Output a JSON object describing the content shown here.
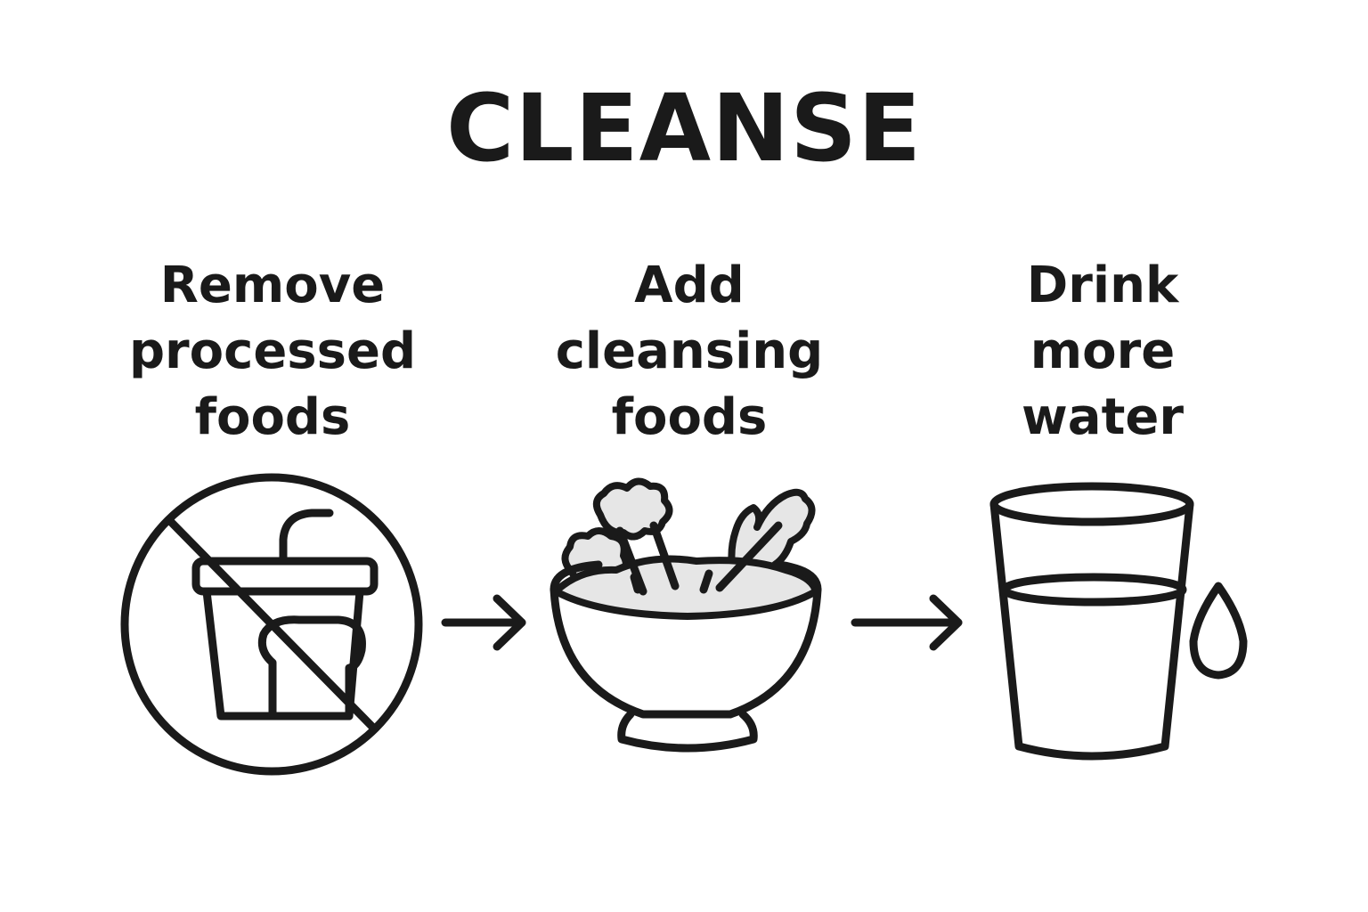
{
  "title": "CLEANSE",
  "steps": [
    {
      "lines": [
        "Remove",
        "processed",
        "foods"
      ],
      "icon": "no-processed-food-icon"
    },
    {
      "lines": [
        "Add",
        "cleansing",
        "foods"
      ],
      "icon": "salad-bowl-icon"
    },
    {
      "lines": [
        "Drink",
        "more",
        "water"
      ],
      "icon": "water-glass-icon"
    }
  ],
  "connectors": [
    "arrow-right-icon",
    "arrow-right-icon"
  ],
  "colors": {
    "ink": "#1a1a1a",
    "fill_light": "#e6e6e6",
    "background": "#ffffff"
  }
}
